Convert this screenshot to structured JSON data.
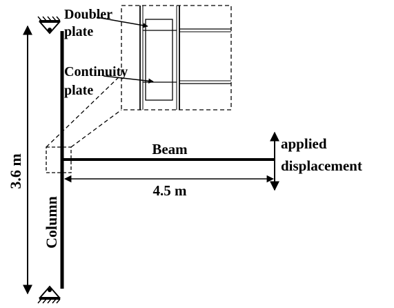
{
  "labels": {
    "doubler_line1": "Doubler",
    "doubler_line2": "plate",
    "continuity_line1": "Continuity",
    "continuity_line2": "plate",
    "beam": "Beam",
    "column": "Column",
    "column_height": "3.6 m",
    "beam_length": "4.5 m",
    "applied_line1": "applied",
    "applied_line2": "displacement"
  },
  "colors": {
    "stroke": "#000000",
    "background": "#ffffff"
  }
}
